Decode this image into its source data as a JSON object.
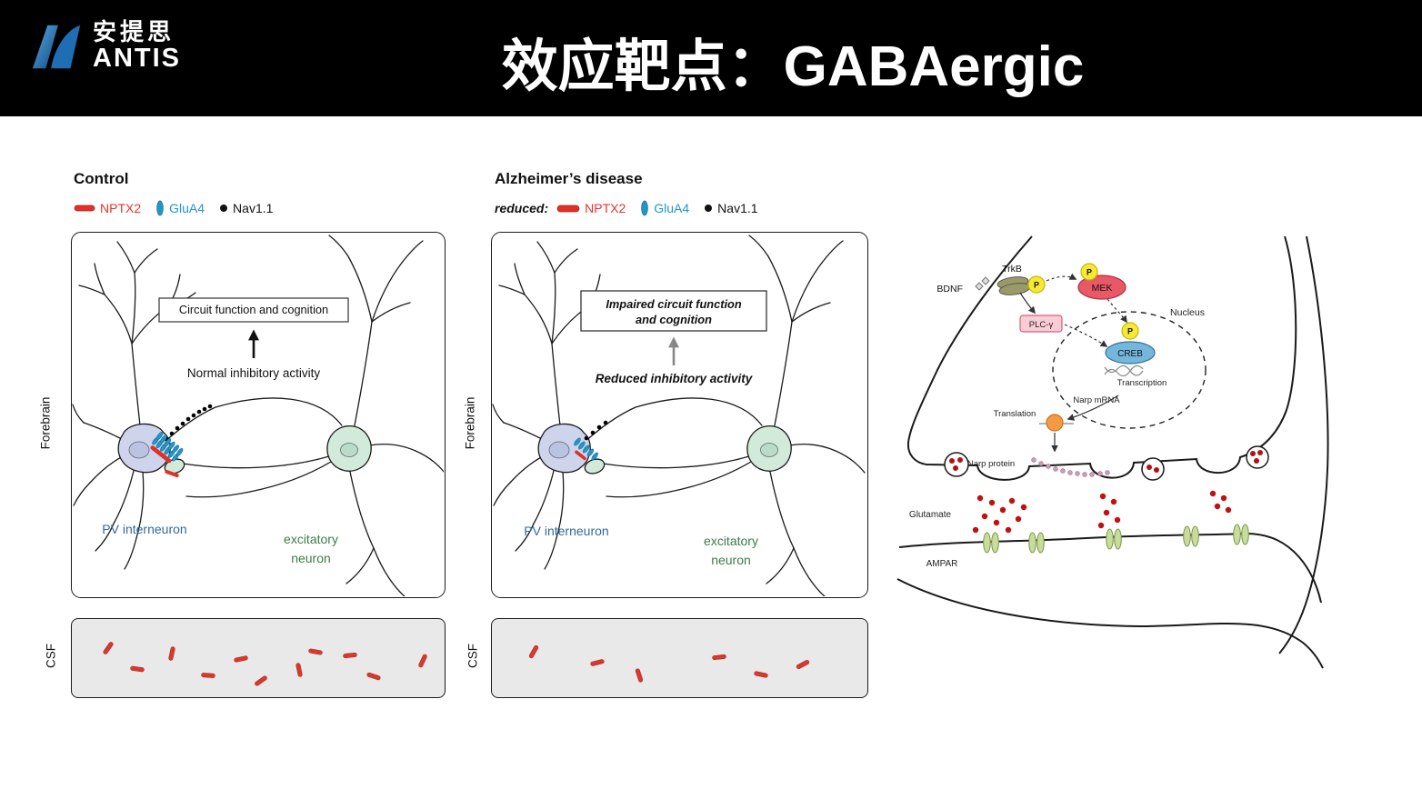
{
  "header": {
    "logo_cn": "安提思",
    "logo_en": "ANTIS",
    "title": "效应靶点：GABAergic"
  },
  "legend": {
    "nptx2": "NPTX2",
    "glua4": "GluA4",
    "nav11": "Nav1.1",
    "reduced_prefix": "reduced:"
  },
  "control": {
    "title": "Control",
    "box_text": "Circuit function and cognition",
    "activity": "Normal inhibitory activity",
    "forebrain": "Forebrain",
    "csf": "CSF",
    "pv": "PV interneuron",
    "excitatory_line1": "excitatory",
    "excitatory_line2": "neuron"
  },
  "alzheimers": {
    "title": "Alzheimer’s disease",
    "box_line1": "Impaired circuit function",
    "box_line2": "and cognition",
    "activity": "Reduced inhibitory activity",
    "forebrain": "Forebrain",
    "csf": "CSF",
    "pv": "PV interneuron",
    "excitatory_line1": "excitatory",
    "excitatory_line2": "neuron"
  },
  "signaling": {
    "bdnf": "BDNF",
    "trkb": "TrkB",
    "p": "P",
    "mek": "MEK",
    "plc_gamma": "PLC-γ",
    "nucleus": "Nucleus",
    "creb": "CREB",
    "transcription": "Transcription",
    "narp_mrna": "Narp mRNA",
    "translation": "Translation",
    "narp_protein": "Narp protein",
    "glutamate": "Glutamate",
    "ampar": "AMPAR"
  },
  "colors": {
    "nptx2_red": "#e8342a",
    "glua4_blue": "#2196c9",
    "nav_black": "#111111",
    "pv_text_blue": "#33689e",
    "excitatory_text_green": "#3f7a4a"
  }
}
